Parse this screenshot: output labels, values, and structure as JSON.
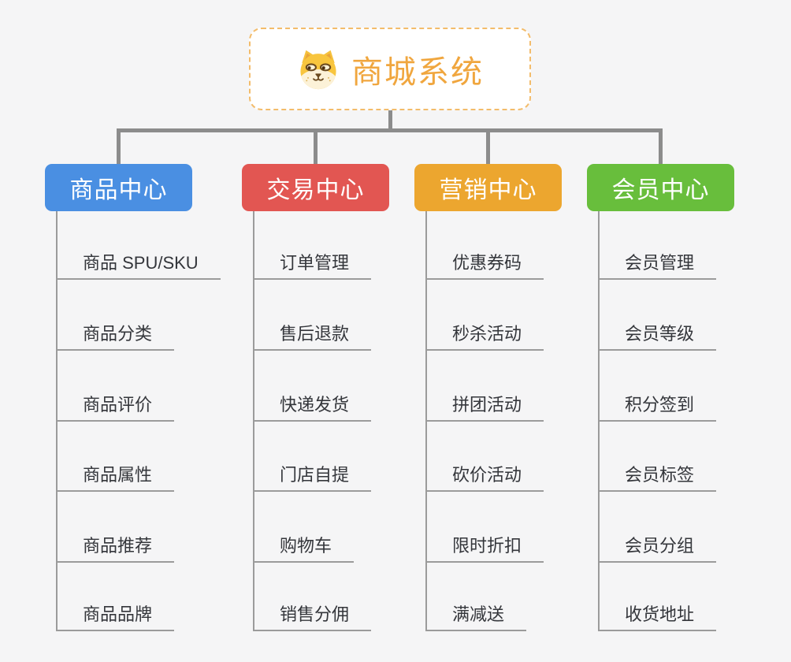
{
  "root": {
    "title": "商城系统",
    "icon": "dog-face"
  },
  "branches": [
    {
      "label": "商品中心",
      "color": "#4A8FE2",
      "children": [
        "商品 SPU/SKU",
        "商品分类",
        "商品评价",
        "商品属性",
        "商品推荐",
        "商品品牌"
      ]
    },
    {
      "label": "交易中心",
      "color": "#E25652",
      "children": [
        "订单管理",
        "售后退款",
        "快递发货",
        "门店自提",
        "购物车",
        "销售分佣"
      ]
    },
    {
      "label": "营销中心",
      "color": "#ECA62F",
      "children": [
        "优惠券码",
        "秒杀活动",
        "拼团活动",
        "砍价活动",
        "限时折扣",
        "满减送"
      ]
    },
    {
      "label": "会员中心",
      "color": "#68BE3C",
      "children": [
        "会员管理",
        "会员等级",
        "积分签到",
        "会员标签",
        "会员分组",
        "收货地址"
      ]
    }
  ],
  "style": {
    "background": "#F5F5F6",
    "connector_color": "#8C8C8C",
    "leaf_line_color": "#9B9B9B",
    "leaf_text_color": "#34363B",
    "root_text_color": "#F0A63E",
    "root_border_color": "#F3BC6B"
  }
}
